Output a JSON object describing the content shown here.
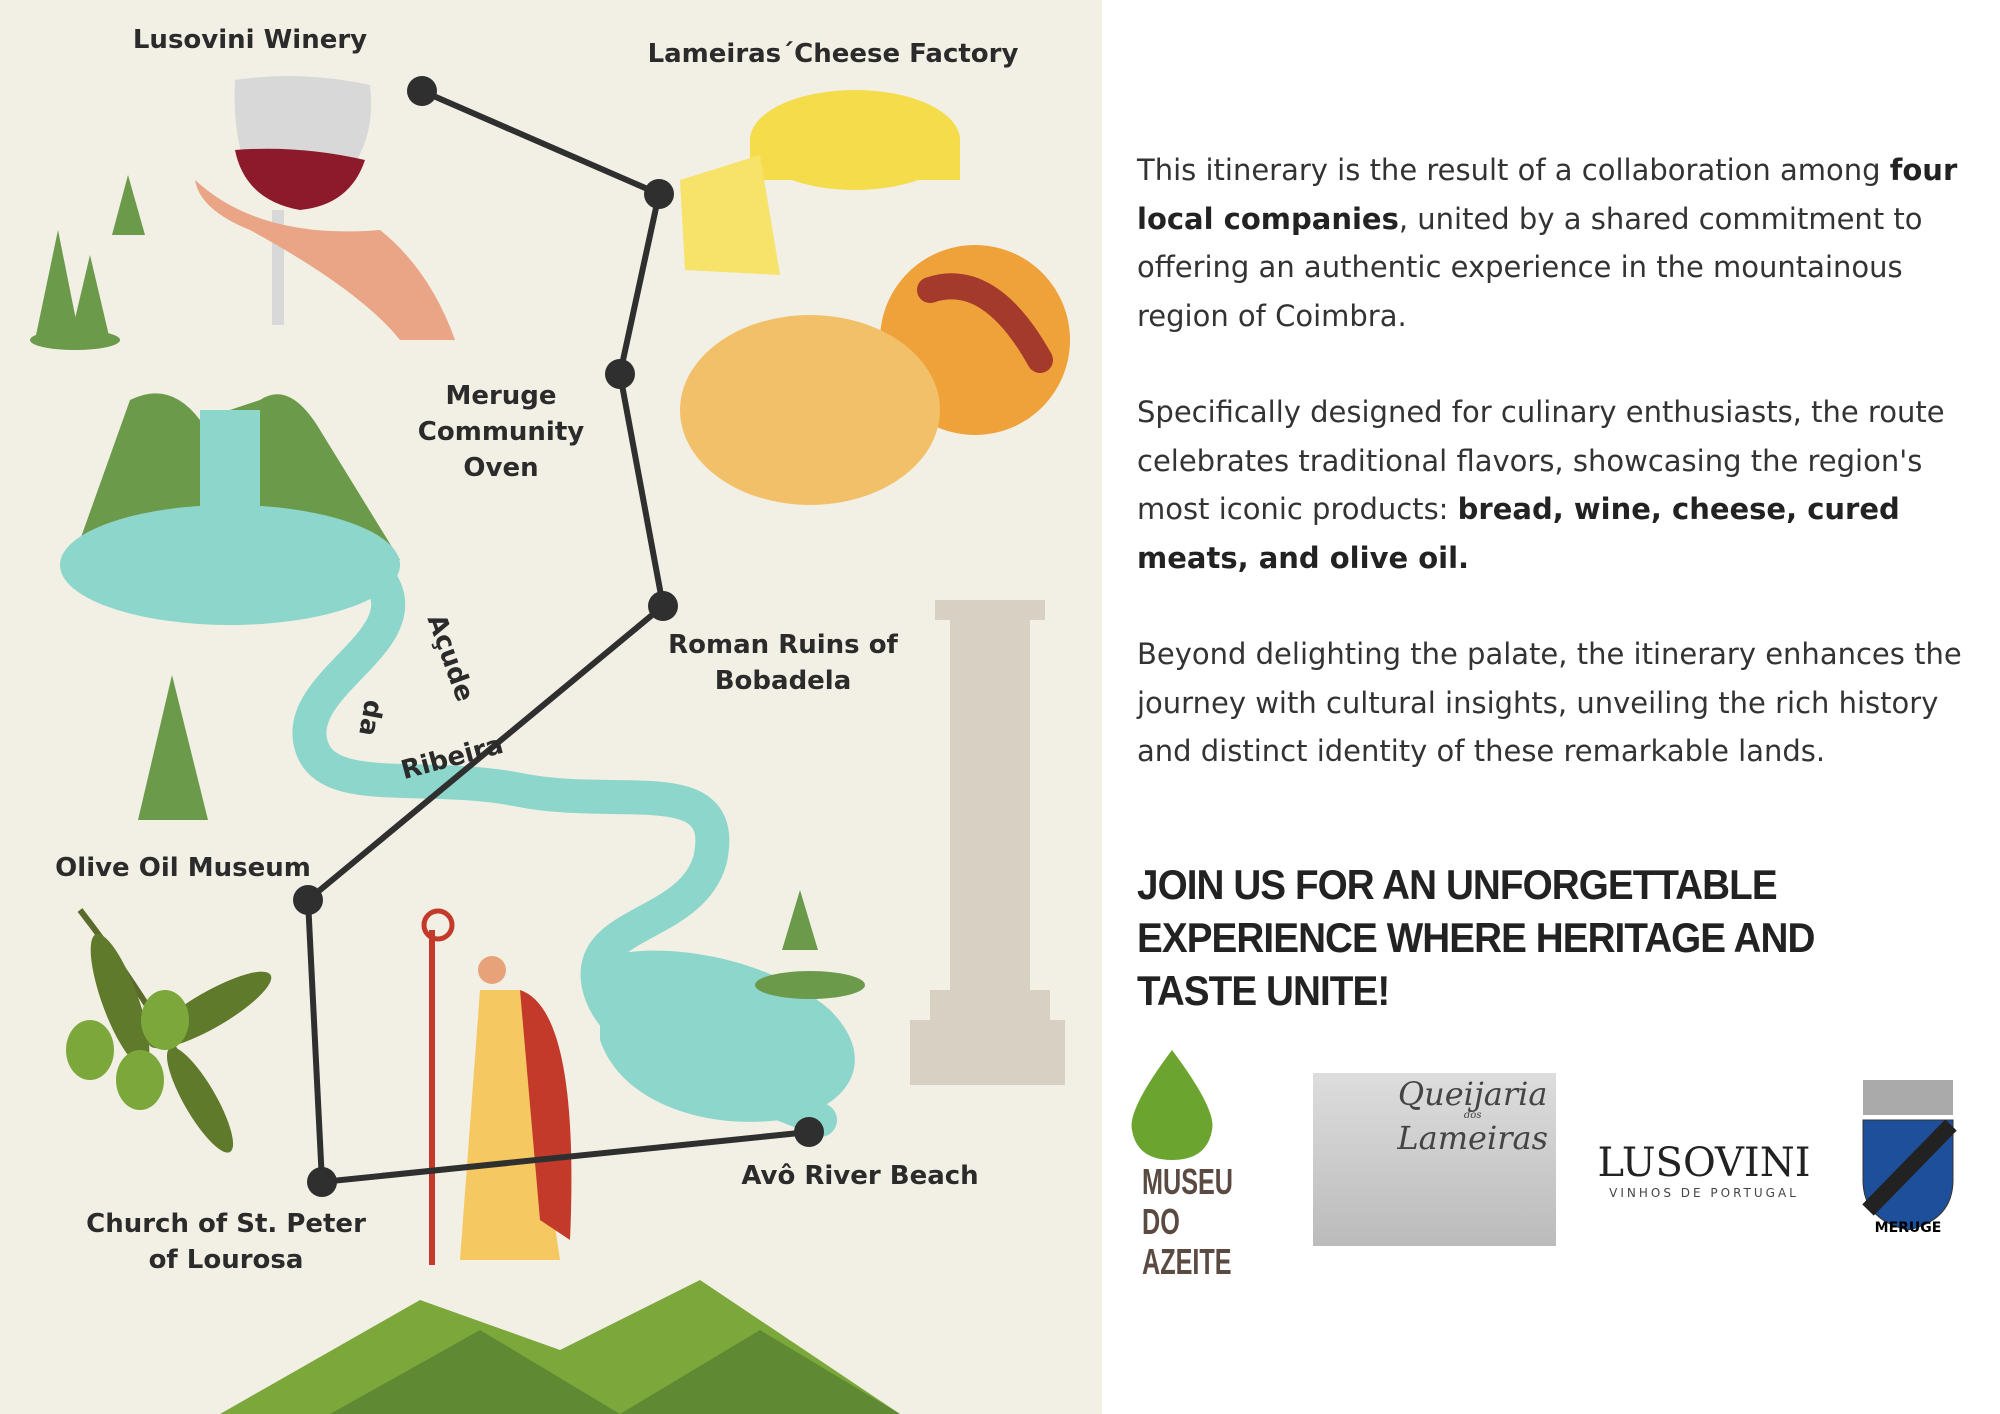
{
  "map": {
    "labels": {
      "winery": "Lusovini Winery",
      "cheese": "Lameiras´Cheese Factory",
      "oven": [
        "Meruge",
        "Community",
        "Oven"
      ],
      "roman": [
        "Roman Ruins of",
        "Bobadela"
      ],
      "olive": "Olive Oil Museum",
      "church": [
        "Church of St. Peter",
        "of Lourosa"
      ],
      "beach": "Avô River Beach",
      "river": [
        "Açude",
        "da",
        "Ribeira"
      ]
    },
    "colors": {
      "background": "#f2efe4",
      "river": "#8dd6cb",
      "route": "#2f2f2f",
      "green": "#6b9a4a"
    }
  },
  "copy": {
    "p1": {
      "a": "This itinerary is the result of a collaboration among ",
      "b": "four local companies",
      "c": ", united by a shared commitment to offering an authentic experience in the mountainous region of Coimbra."
    },
    "p2": {
      "a": "Specifically designed for culinary enthusiasts, the route celebrates traditional flavors, showcasing the region's most iconic products: ",
      "b": "bread, wine, cheese, cured meats, and olive oil."
    },
    "p3": "Beyond delighting the palate, the itinerary enhances the journey with cultural insights, unveiling the rich history and distinct identity of these remarkable lands.",
    "cta": "JOIN US FOR AN UNFORGETTABLE EXPERIENCE WHERE HERITAGE AND TASTE UNITE!"
  },
  "logos": {
    "museu": [
      "MUSEU",
      "DO AZEITE"
    ],
    "queijaria": [
      "Queijaria",
      "dos",
      "Lameiras"
    ],
    "lusovini": [
      "LUSOVINI",
      "VINHOS DE PORTUGAL"
    ],
    "meruge": "MERUGE"
  }
}
